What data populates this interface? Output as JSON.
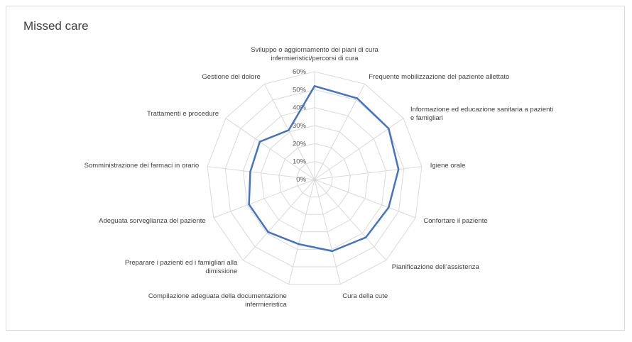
{
  "chart_data": {
    "type": "radar",
    "title": "Missed care",
    "ticks": [
      "0%",
      "10%",
      "20%",
      "30%",
      "40%",
      "50%",
      "60%"
    ],
    "rmax": 60,
    "categories": [
      [
        "Sviluppo o aggiornamento dei piani di cura",
        "infermieristici/percorsi di cura"
      ],
      [
        "Frequente mobilizzazione del paziente allettato"
      ],
      [
        "Informazione ed educazione sanitaria a pazienti",
        "e famigliari"
      ],
      [
        "Igiene orale"
      ],
      [
        "Confortare il paziente"
      ],
      [
        "Pianificazione dell’assistenza"
      ],
      [
        "Cura della cute"
      ],
      [
        "Compilazione adeguata della documentazione",
        "infermieristica"
      ],
      [
        "Preparare i pazienti ed i famigliari alla",
        "dimissione"
      ],
      [
        "Adeguata sorveglianza del paziente"
      ],
      [
        "Somministrazione dei farmaci in orario"
      ],
      [
        "Trattamenti e procedure"
      ],
      [
        "Gestione del dolore"
      ]
    ],
    "series": [
      {
        "values": [
          52,
          51,
          50,
          47,
          44,
          43,
          41,
          37,
          39,
          39,
          36,
          37,
          31
        ],
        "color": "#4472c4"
      }
    ],
    "grid": true,
    "gridColor": "#d9d9d9",
    "legend": "none"
  }
}
